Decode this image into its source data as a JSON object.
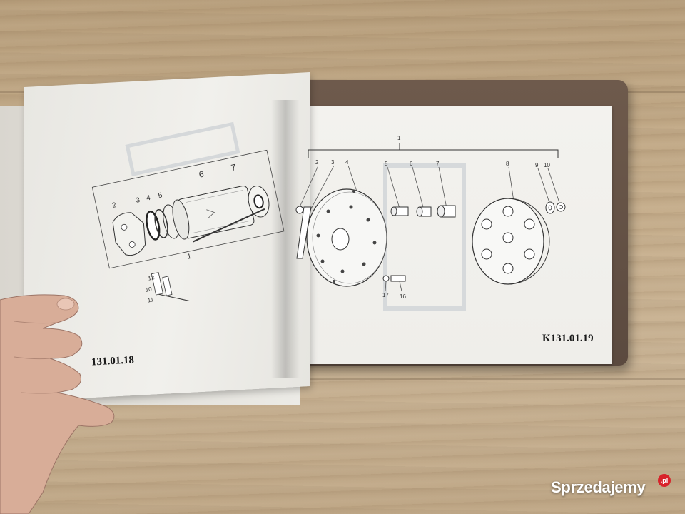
{
  "left_page": {
    "page_number": "131.01.18",
    "part_labels": [
      "2",
      "3",
      "4",
      "5",
      "6",
      "7",
      "1",
      "10",
      "11",
      "12"
    ]
  },
  "right_page": {
    "page_number": "K131.01.19",
    "group_label": "1",
    "part_labels": [
      "2",
      "3",
      "4",
      "5",
      "6",
      "7",
      "8",
      "9",
      "10",
      "17",
      "16"
    ]
  },
  "watermark": {
    "brand": "Sprzedajemy",
    "domain_badge": ".pl"
  }
}
